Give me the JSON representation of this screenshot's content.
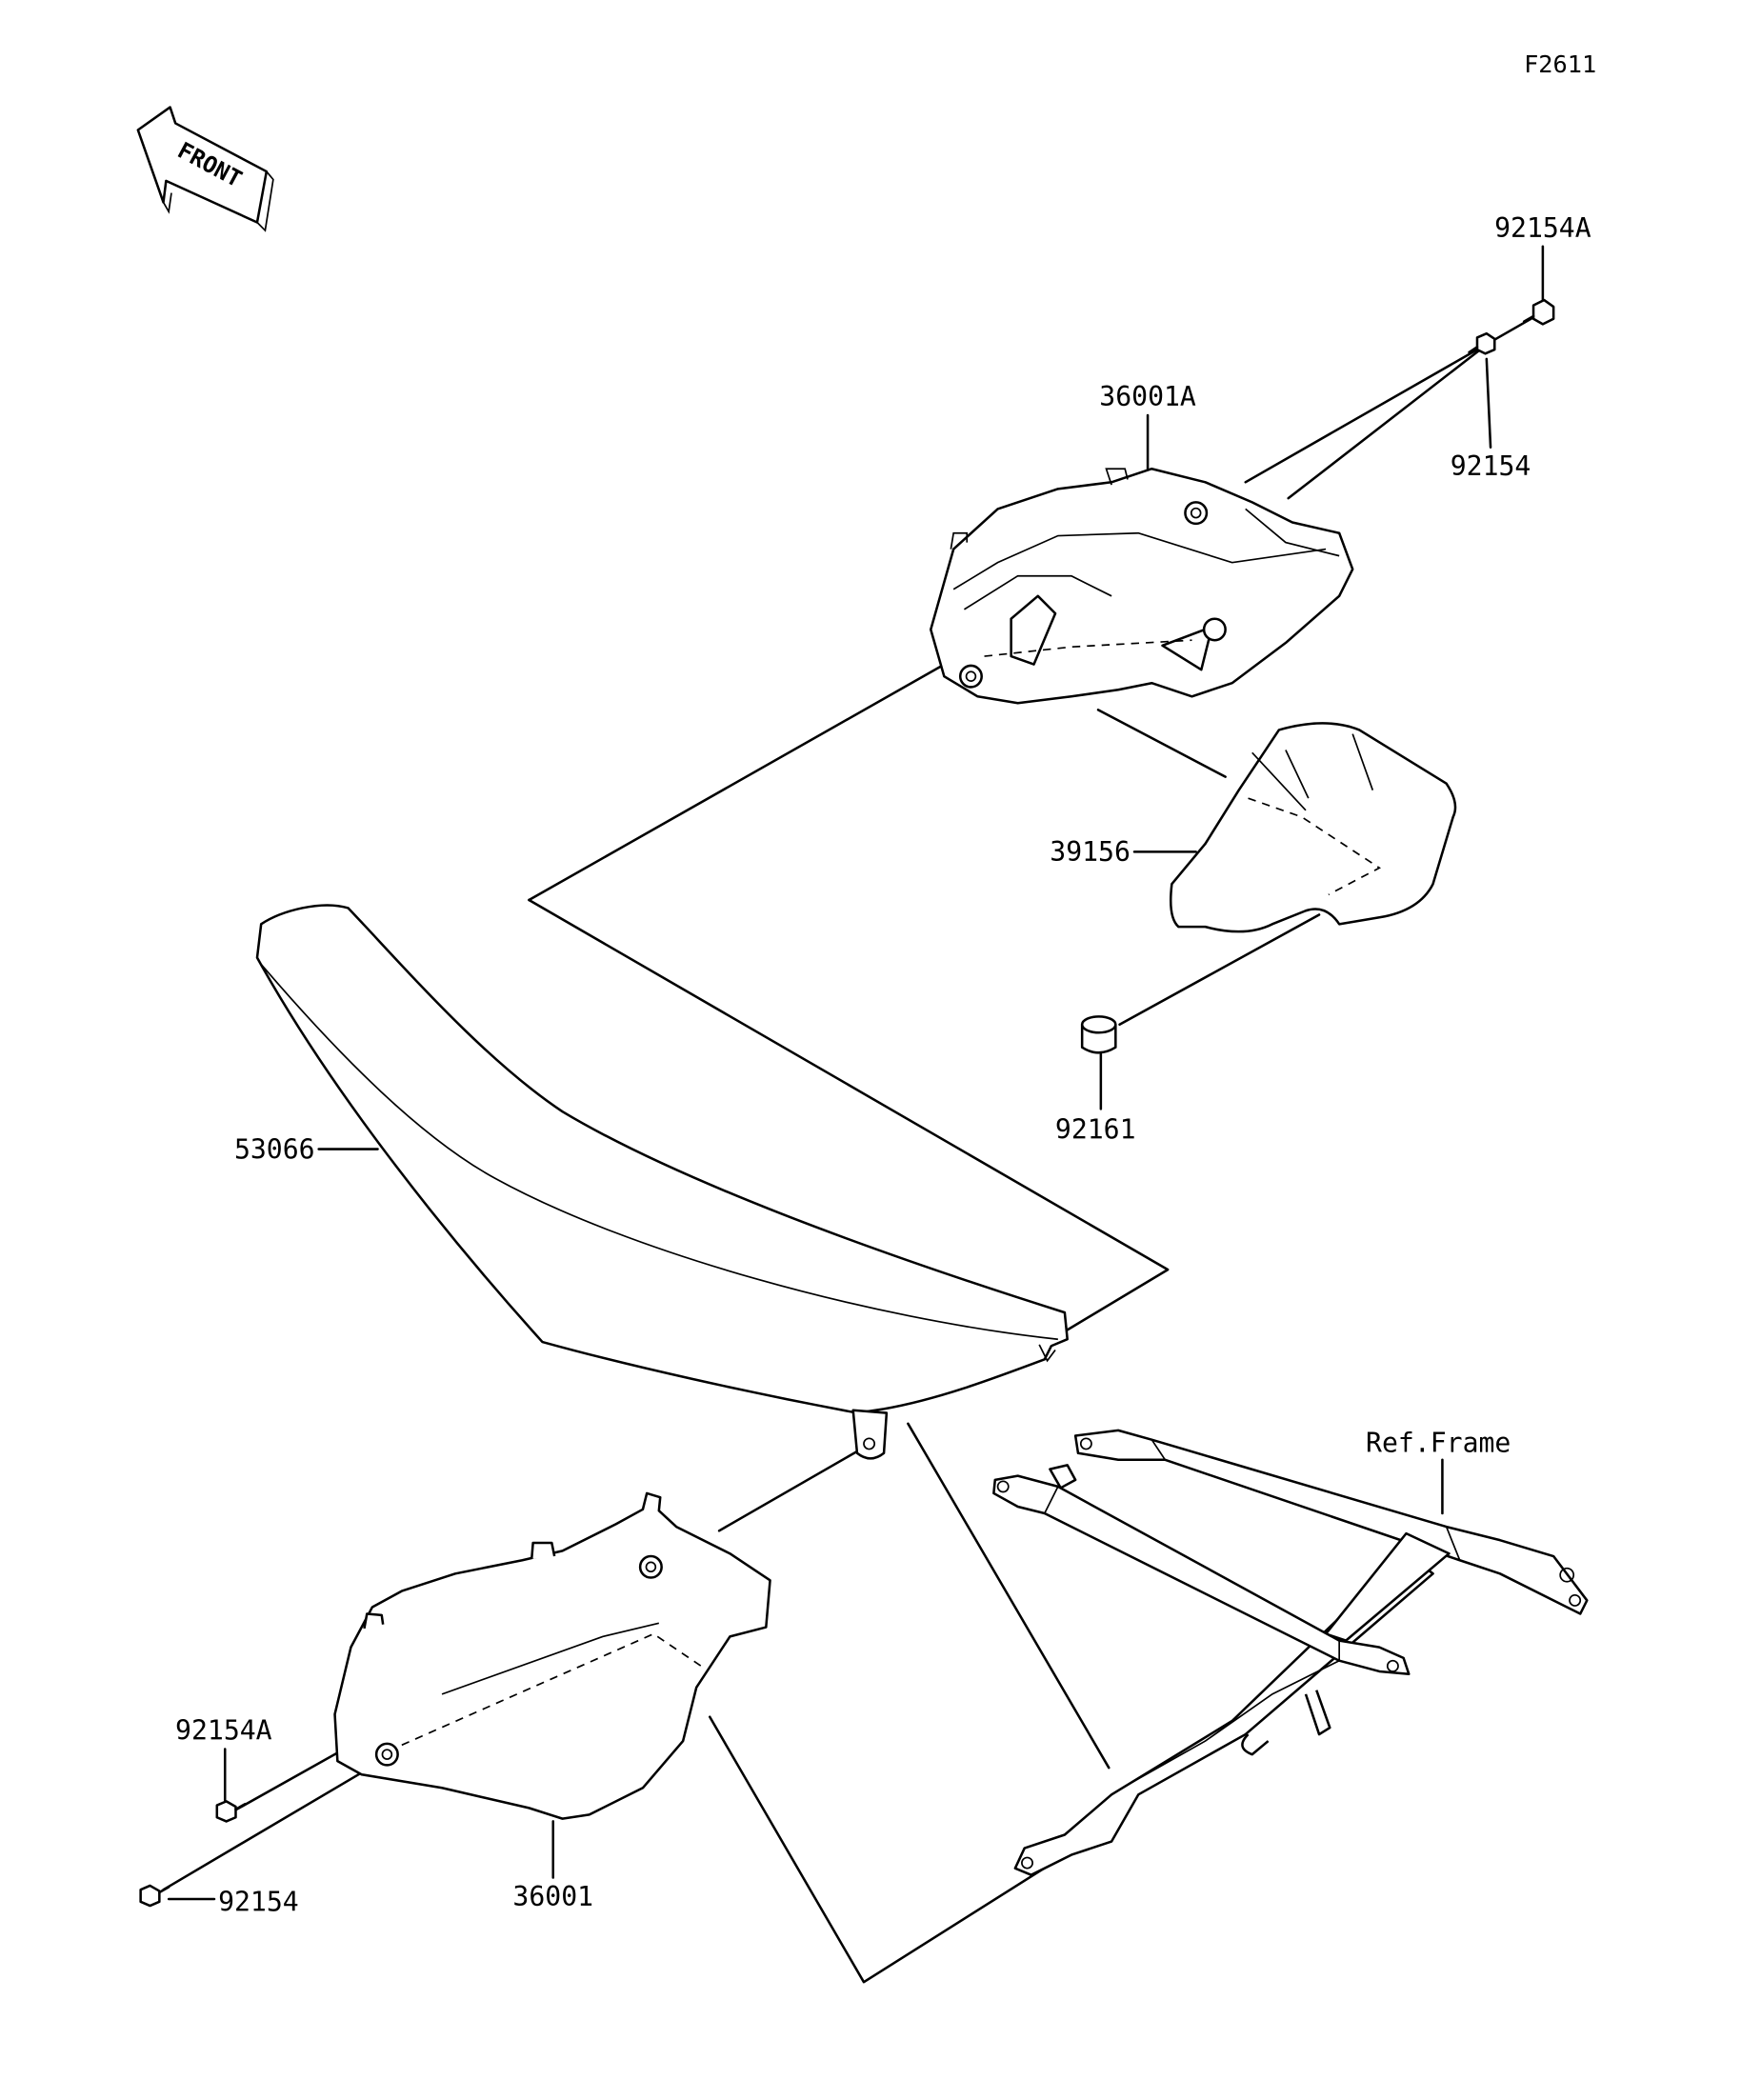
{
  "figure_id": "F2611",
  "front_arrow": {
    "label": "FRONT"
  },
  "callouts": {
    "screw_top_a": "92154A",
    "cover_right": "36001A",
    "screw_top": "92154",
    "pad": "39156",
    "grommet": "92161",
    "seat": "53066",
    "frame": "Ref.Frame",
    "screw_bottom_a": "92154A",
    "screw_bottom": "92154",
    "cover_left": "36001"
  }
}
